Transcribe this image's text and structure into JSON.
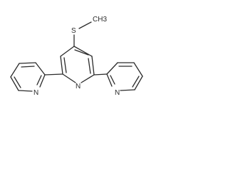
{
  "molecule": {
    "atoms": {
      "sulfur": "S",
      "methyl": "CH3",
      "nitrogen_center": "N",
      "nitrogen_left": "N",
      "nitrogen_right": "N"
    }
  },
  "colors": {
    "bond": "#2b2b2b",
    "background": "#ffffff"
  }
}
